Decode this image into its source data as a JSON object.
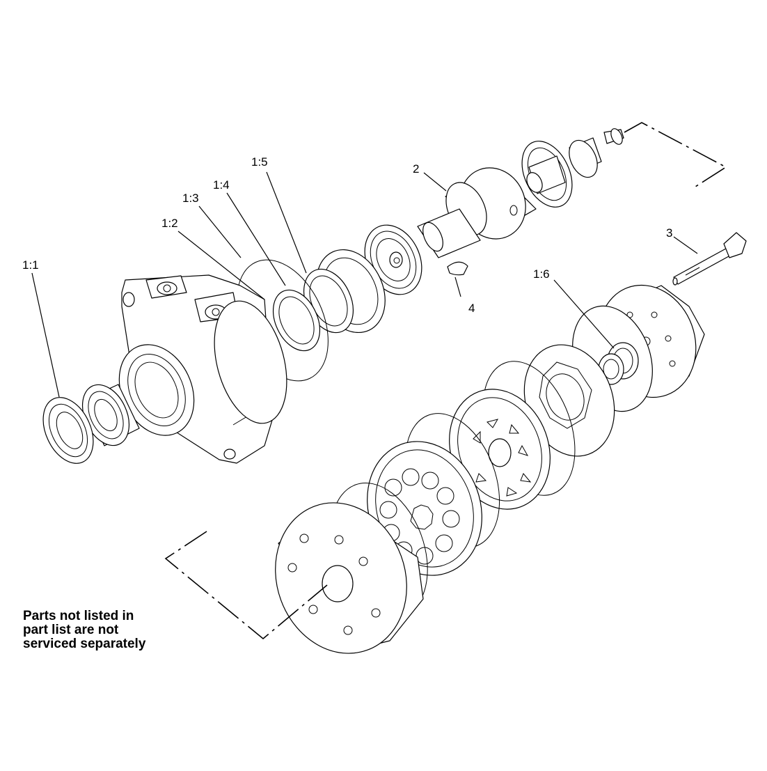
{
  "callouts": {
    "c1_1": "1:1",
    "c1_2": "1:2",
    "c1_3": "1:3",
    "c1_4": "1:4",
    "c1_5": "1:5",
    "c1_6": "1:6",
    "c2": "2",
    "c3": "3",
    "c4": "4"
  },
  "note": {
    "line1": "Parts not listed in",
    "line2": "part list are not",
    "line3": "serviced separately"
  }
}
